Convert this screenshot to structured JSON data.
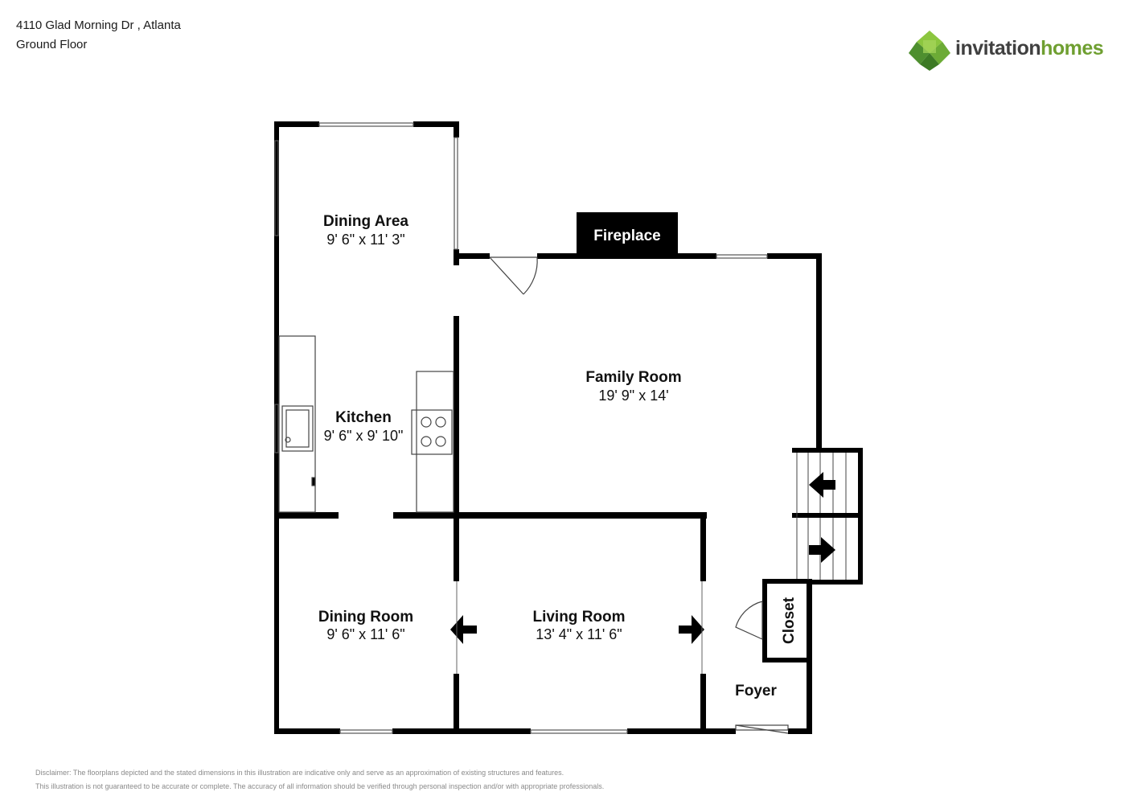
{
  "header": {
    "address": "4110 Glad Morning Dr , Atlanta",
    "floor": "Ground Floor"
  },
  "brand": {
    "name_part1": "invitation",
    "name_part2": "homes",
    "colors": {
      "logo_dark": "#404040",
      "logo_green": "#6f9f31",
      "wall": "#000000"
    },
    "icon": "invitation-homes-logo"
  },
  "rooms": {
    "dining_area": {
      "name": "Dining Area",
      "dims": "9' 6\" x 11' 3\""
    },
    "kitchen": {
      "name": "Kitchen",
      "dims": "9' 6\" x 9' 10\""
    },
    "family_room": {
      "name": "Family Room",
      "dims": "19' 9\" x 14'"
    },
    "dining_room": {
      "name": "Dining Room",
      "dims": "9' 6\" x 11' 6\""
    },
    "living_room": {
      "name": "Living Room",
      "dims": "13' 4\" x 11' 6\""
    },
    "foyer": {
      "name": "Foyer"
    },
    "closet": {
      "name": "Closet"
    },
    "fireplace": {
      "name": "Fireplace"
    }
  },
  "disclaimer": {
    "line1": "Disclaimer: The floorplans depicted and the stated dimensions in this illustration are indicative only and serve as an approximation of existing structures and features.",
    "line2": "This illustration is not guaranteed to be accurate or complete. The accuracy of all information should be verified through personal inspection and/or with appropriate professionals."
  }
}
